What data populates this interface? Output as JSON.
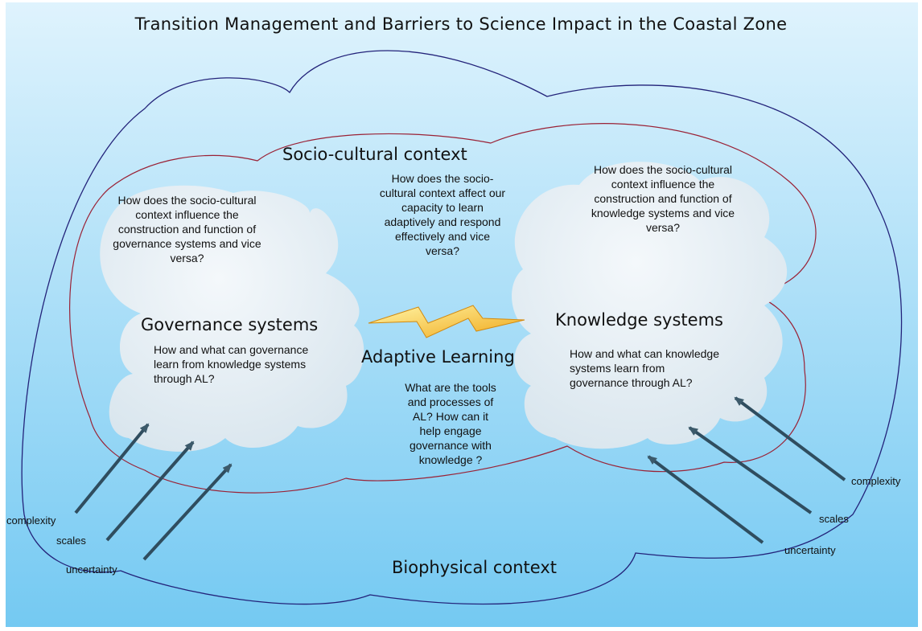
{
  "title": "Transition Management and Barriers to Science Impact in the Coastal Zone",
  "regions": {
    "socio_cultural": "Socio-cultural context",
    "biophysical": "Biophysical context",
    "governance": "Governance systems",
    "knowledge": "Knowledge systems",
    "adaptive_learning": "Adaptive Learning"
  },
  "questions": {
    "governance_socio": "How does the socio-cultural context  influence the construction and function of governance systems and vice versa?",
    "center_socio": "How does the socio-cultural context affect our capacity to learn adaptively and respond effectively and vice versa?",
    "knowledge_socio": "How does the socio-cultural context influence the construction and function of knowledge systems and vice versa?",
    "governance_learn": "How and what can governance  learn from knowledge systems through AL?",
    "knowledge_learn": "How and what can knowledge systems learn from governance through AL?",
    "al_tools": "What are the tools and processes of AL? How can it help engage governance with knowledge ?"
  },
  "arrow_labels": {
    "left": [
      "complexity",
      "scales",
      "uncertainty"
    ],
    "right": [
      "complexity",
      "scales",
      "uncertainty"
    ]
  },
  "colors": {
    "background_top": "#dff3fd",
    "background_bottom": "#74c9f2",
    "outer_outline": "#23237a",
    "inner_outline": "#9a2236",
    "cloud_fill": "#e4eef4",
    "lightning": "#f5c21b",
    "arrow": "#2f4d5f"
  }
}
